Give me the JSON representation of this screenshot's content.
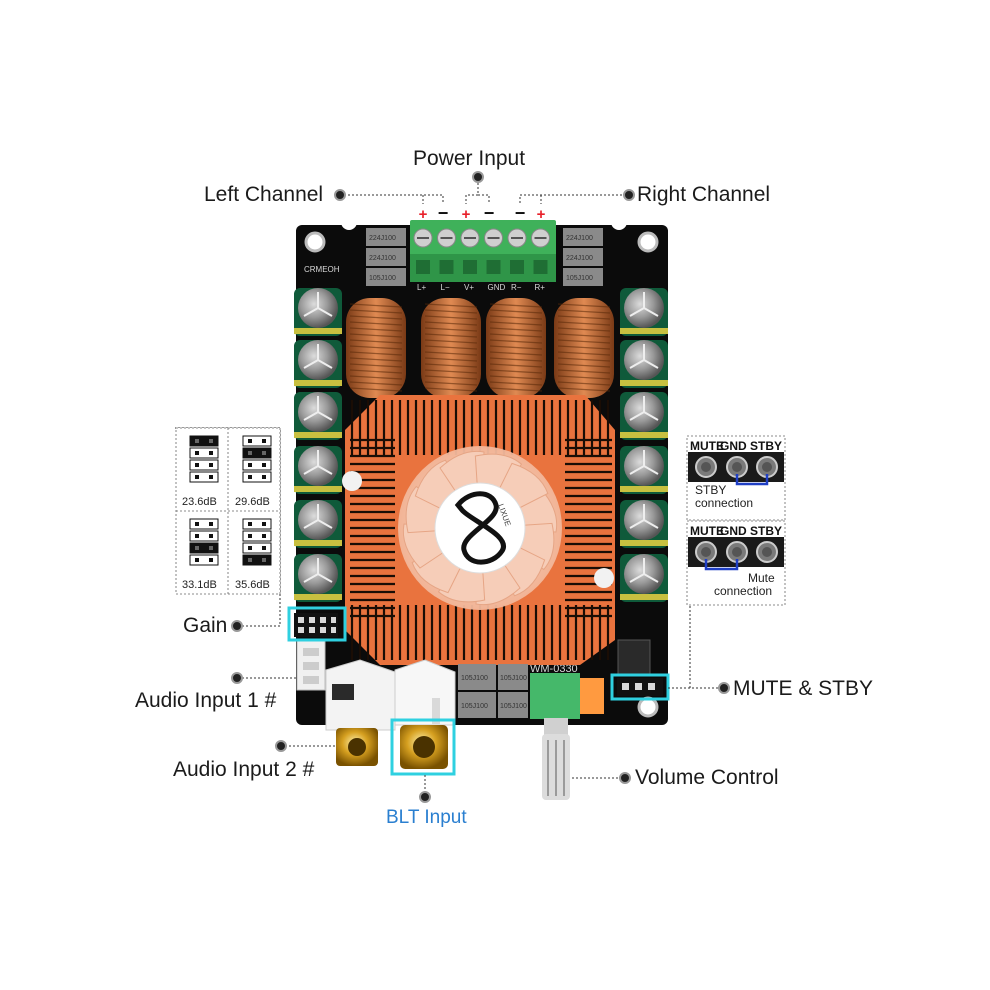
{
  "labels": {
    "power_input": "Power Input",
    "left_channel": "Left Channel",
    "right_channel": "Right Channel",
    "gain": "Gain",
    "audio_input_1": "Audio Input 1 #",
    "audio_input_2": "Audio Input 2 #",
    "blt_input": "BLT Input",
    "volume_control": "Volume Control",
    "mute_stby": "MUTE & STBY"
  },
  "terminal_polarity": [
    "+",
    "−",
    "+",
    "−",
    "−",
    "+"
  ],
  "terminal_silkscreen": [
    "L+",
    "L−",
    "V+",
    "GND",
    "R−",
    "R+"
  ],
  "board_silkscreen": {
    "brand": "CRMEOH",
    "module": "WM-0330",
    "chip": "LIXUE"
  },
  "component_markings": {
    "cap_top_left_1": "224J100",
    "cap_top_left_2": "224J100",
    "cap_top_left_3": "105J100",
    "cap_top_right_1": "224J100",
    "cap_top_right_2": "224J100",
    "cap_top_right_3": "105J100",
    "cap_bottom_1": "105J100",
    "cap_bottom_2": "105J100",
    "cap_bottom_3": "105J100",
    "cap_bottom_4": "105J100"
  },
  "gain_settings": [
    {
      "label": "23.6dB",
      "bridge": 0
    },
    {
      "label": "29.6dB",
      "bridge": 1
    },
    {
      "label": "33.1dB",
      "bridge": 2
    },
    {
      "label": "35.6dB",
      "bridge": 3
    }
  ],
  "mute_stby_panels": [
    {
      "pins": [
        "MUTE",
        "GND",
        "STBY"
      ],
      "caption_1": "STBY",
      "caption_2": "connection",
      "bridge": "GND-STBY"
    },
    {
      "pins": [
        "MUTE",
        "GND",
        "STBY"
      ],
      "caption_1": "Mute",
      "caption_2": "connection",
      "bridge": "MUTE-GND"
    }
  ],
  "colors": {
    "pcb": "#0b0b0b",
    "heatsink": "#e9733e",
    "terminal": "#3fb15a",
    "highlight": "#2fd0e0",
    "polarity_plus": "#e8202a",
    "blt_text": "#2a7fd0",
    "bridge_blue": "#1f3fc4"
  }
}
